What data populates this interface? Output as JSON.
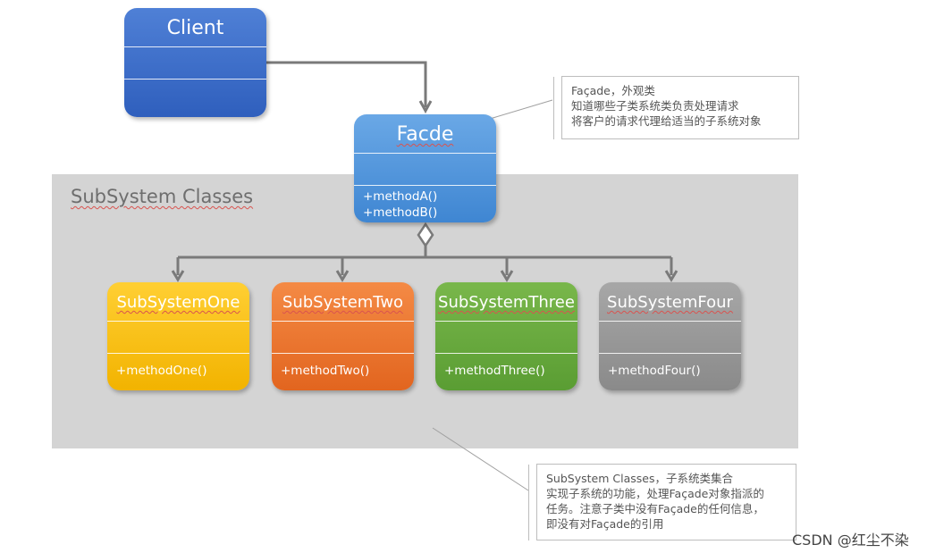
{
  "group": {
    "title": "SubSystem Classes"
  },
  "client": {
    "name": "Client"
  },
  "facade": {
    "name": "Facde",
    "methods": [
      "+methodA()",
      "+methodB()"
    ]
  },
  "subsystems": [
    {
      "name": "SubSystemOne",
      "method": "+methodOne()",
      "color": "#f5b800"
    },
    {
      "name": "SubSystemTwo",
      "method": "+methodTwo()",
      "color": "#e8732c"
    },
    {
      "name": "SubSystemThree",
      "method": "+methodThree()",
      "color": "#64a83c"
    },
    {
      "name": "SubSystemFour",
      "method": "+methodFour()",
      "color": "#959595"
    }
  ],
  "notes": {
    "facade": [
      "Façade，外观类",
      "知道哪些子类系统类负责处理请求",
      "将客户的请求代理给适当的子系统对象"
    ],
    "subsystem": [
      "SubSystem Classes，子系统类集合",
      "实现子系统的功能，处理Façade对象指派的",
      "任务。注意子类中没有Façade的任何信息，",
      "即没有对Façade的引用"
    ]
  },
  "watermark": "CSDN @红尘不染",
  "colors": {
    "connector": "#7a7a7a",
    "group_bg": "#d4d4d4"
  }
}
